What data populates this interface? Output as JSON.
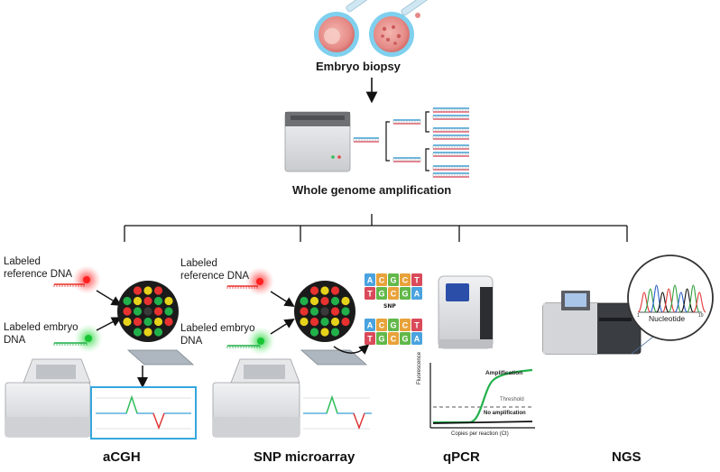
{
  "steps": {
    "biopsy": "Embryo biopsy",
    "wga": "Whole genome amplification"
  },
  "labels": {
    "ref_dna": "Labeled reference DNA",
    "embryo_dna": "Labeled embryo DNA",
    "snp_tag": "SNP",
    "snp_top_bases": [
      "A",
      "C",
      "G",
      "C",
      "T"
    ],
    "snp_bottom_bases": [
      "T",
      "G",
      "C",
      "G",
      "A"
    ],
    "qpcr_amplification": "Amplification",
    "qpcr_threshold": "Threshold",
    "qpcr_no_amplification": "No amplification",
    "qpcr_ylabel": "Fluorescence",
    "qpcr_xlabel": "Copies per reaction (Ct)",
    "ngs_xlabel": "Nucleotide",
    "ngs_tick_start": "1",
    "ngs_tick_end": "10"
  },
  "methods": {
    "acgh": "aCGH",
    "snp": "SNP microarray",
    "qpcr": "qPCR",
    "ngs": "NGS"
  },
  "colors": {
    "red": "#e8322f",
    "green": "#22b04a",
    "yellow": "#e6d21a",
    "blue_frame": "#35a7de",
    "dna_blue": "#3b9fd6",
    "dna_red": "#e25a68",
    "machine_gray": "#d9dadc",
    "screen_blue": "#2b4fa8"
  },
  "microarray_grid": [
    [
      "k",
      "r",
      "y",
      "r",
      "k"
    ],
    [
      "g",
      "y",
      "r",
      "g",
      "y"
    ],
    [
      "r",
      "g",
      "k",
      "r",
      "g"
    ],
    [
      "y",
      "r",
      "g",
      "y",
      "r"
    ],
    [
      "k",
      "g",
      "y",
      "g",
      "k"
    ]
  ]
}
